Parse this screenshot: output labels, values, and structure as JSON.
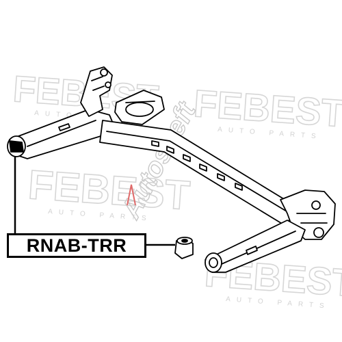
{
  "watermarks": [
    {
      "brand": "FEBEST",
      "sub": "AUTO PARTS"
    },
    {
      "brand": "FEBEST",
      "sub": "AUTO PARTS"
    },
    {
      "brand": "FEBEST",
      "sub": "AUTO PARTS"
    },
    {
      "brand": "FEBEST",
      "sub": "AUTO PARTS"
    }
  ],
  "logo": {
    "text": "Autoskeft"
  },
  "part_label": "RNAB-TRR",
  "colors": {
    "line": "#000000",
    "watermark": "#d6d6d6",
    "logo_accent": "#e06a6a"
  }
}
